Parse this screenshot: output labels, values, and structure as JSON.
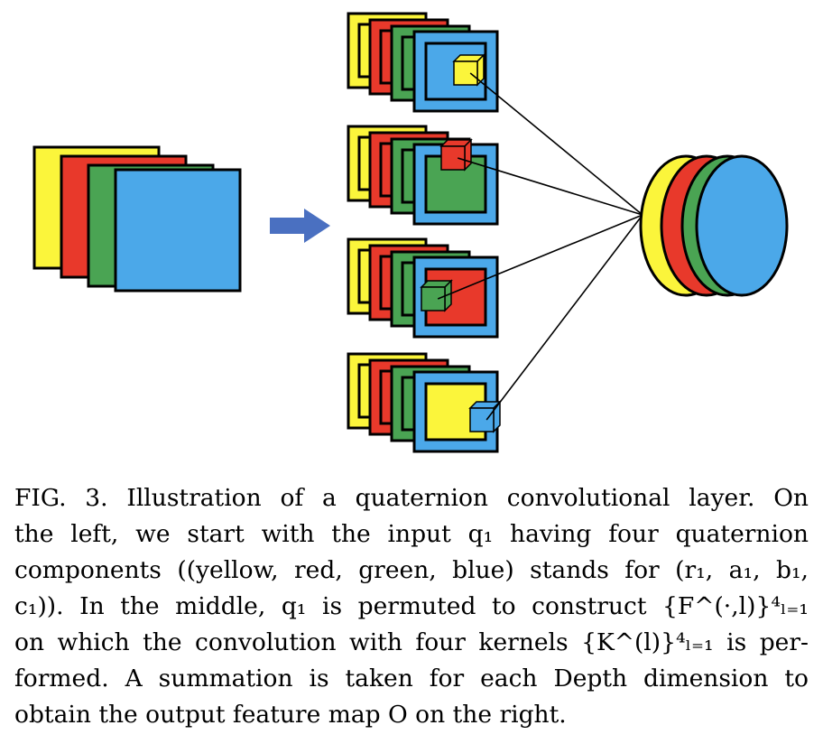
{
  "colors": {
    "yellow": "#fbf53b",
    "red": "#e8392b",
    "green": "#4aa453",
    "blue": "#4ba8e9",
    "arrow": "#4a70c1",
    "stroke": "#000000"
  },
  "input_stack_order": [
    "yellow",
    "red",
    "green",
    "blue"
  ],
  "permuted_stacks": [
    {
      "layers": [
        "yellow",
        "red",
        "green",
        "blue"
      ],
      "front_outer": "blue",
      "front_inner": "blue",
      "kernel": "yellow"
    },
    {
      "layers": [
        "yellow",
        "red",
        "green",
        "blue"
      ],
      "front_outer": "blue",
      "front_inner": "green",
      "kernel": "red"
    },
    {
      "layers": [
        "yellow",
        "red",
        "green",
        "blue"
      ],
      "front_outer": "blue",
      "front_inner": "red",
      "kernel": "green"
    },
    {
      "layers": [
        "yellow",
        "red",
        "green",
        "blue"
      ],
      "front_outer": "blue",
      "front_inner": "yellow",
      "kernel": "blue"
    }
  ],
  "output_disks": [
    "yellow",
    "red",
    "green",
    "blue"
  ],
  "icons": {
    "arrow": "right-arrow-icon"
  },
  "caption": {
    "lines": [
      "FIG. 3. Illustration of a quaternion convolutional layer. On",
      "the left, we start with the input q₁ having four quaternion",
      "components ((yellow, red, green, blue) stands for (r₁, a₁, b₁,",
      "c₁)). In the middle, q₁ is permuted to construct {F^(·,l)}⁴ₗ₌₁",
      "on which the convolution with four kernels {K^(l)}⁴ₗ₌₁ is per-",
      "formed. A summation is taken for each Depth dimension to",
      "obtain the output feature map O on the right."
    ]
  }
}
